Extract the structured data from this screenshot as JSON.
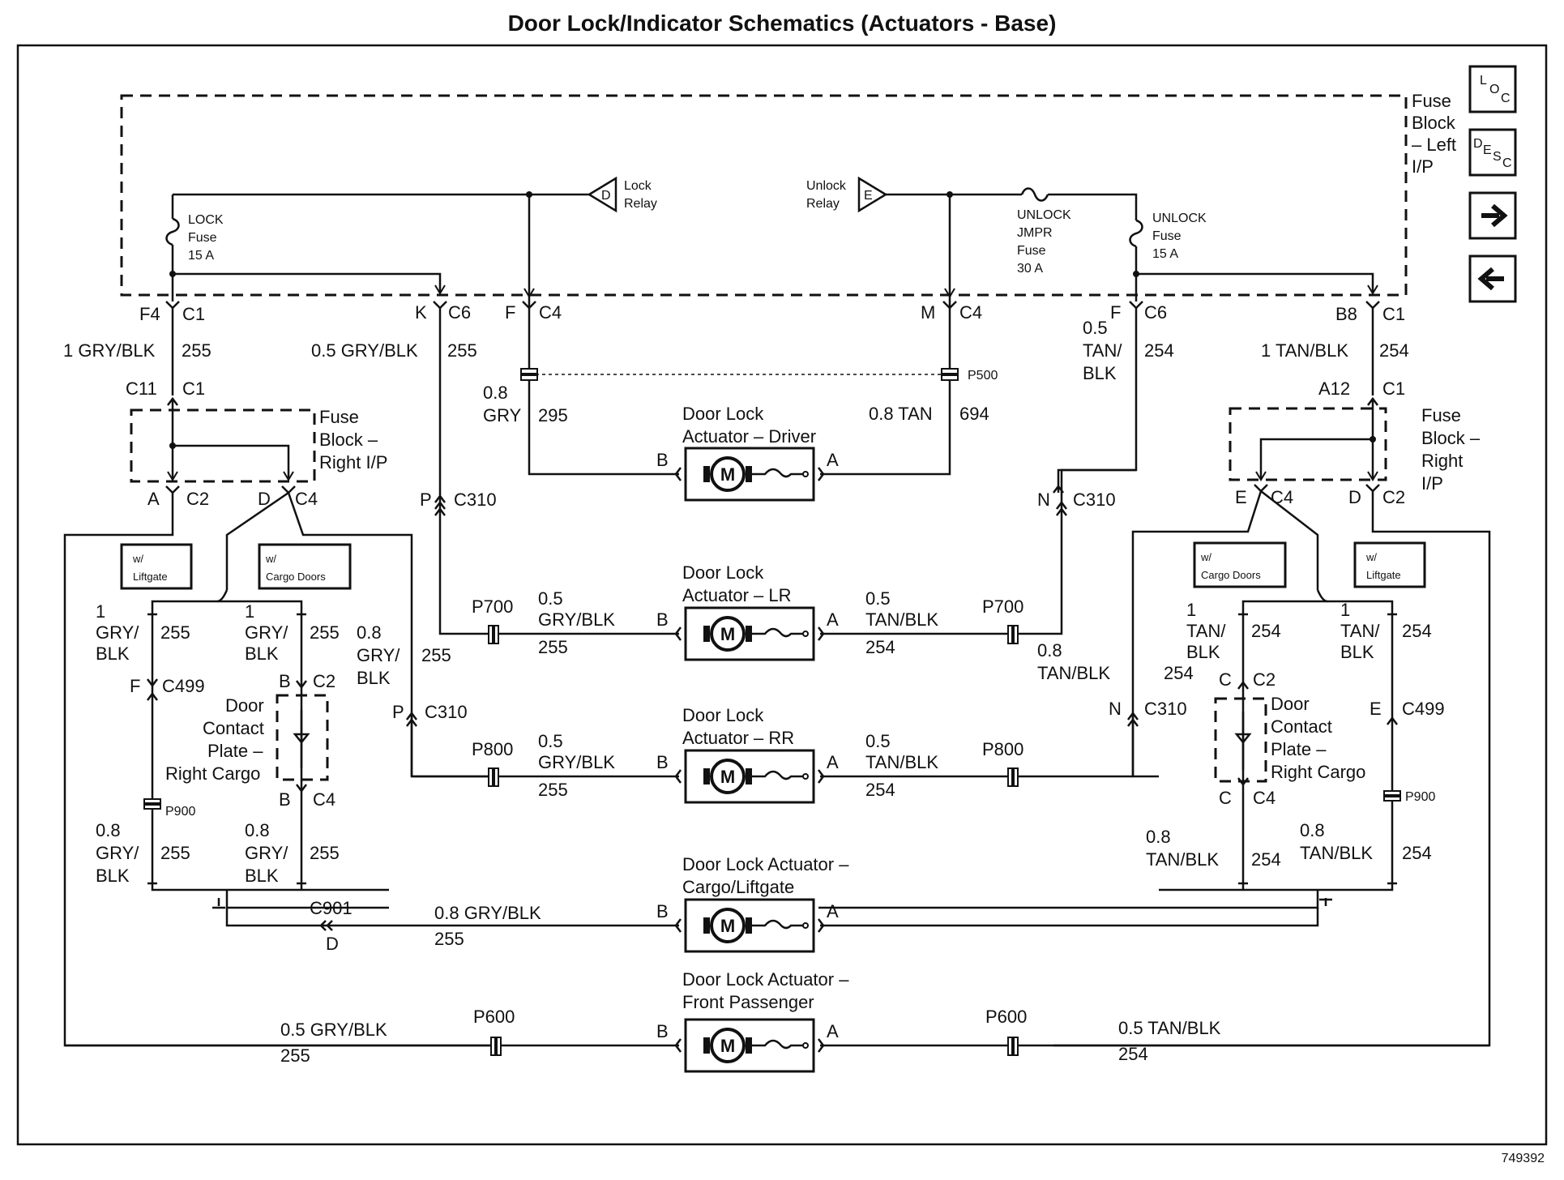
{
  "title": "Door Lock/Indicator Schematics (Actuators - Base)",
  "figure_id": "749392",
  "nav": {
    "loc_icon": "L O C",
    "desc_icon": "D E S C",
    "next_icon": "arrow-right",
    "prev_icon": "arrow-left"
  },
  "fuse_block_left": {
    "label": [
      "Fuse",
      "Block",
      "– Left",
      "I/P"
    ],
    "lock_fuse": [
      "LOCK",
      "Fuse",
      "15 A"
    ],
    "lock_relay": {
      "letter": "D",
      "label": [
        "Lock",
        "Relay"
      ]
    },
    "unlock_relay": {
      "letter": "E",
      "label": [
        "Unlock",
        "Relay"
      ]
    },
    "unlock_jmpr_fuse": [
      "UNLOCK",
      "JMPR",
      "Fuse",
      "30 A"
    ],
    "unlock_fuse": [
      "UNLOCK",
      "Fuse",
      "15 A"
    ]
  },
  "top_connectors": {
    "f4": "F4",
    "c1a": "C1",
    "k": "K",
    "c6a": "C6",
    "f": "F",
    "c4a": "C4",
    "m": "M",
    "c4b": "C4",
    "f2": "F",
    "c6b": "C6",
    "b8": "B8",
    "c1b": "C1"
  },
  "top_wires": {
    "w1": "1 GRY/BLK",
    "w1n": "255",
    "w2": "0.5 GRY/BLK",
    "w2n": "255",
    "w3a": "0.5",
    "w3b": "TAN/",
    "w3c": "BLK",
    "w3n": "254",
    "w4": "1 TAN/BLK",
    "w4n": "254",
    "gry08": "0.8",
    "gry": "GRY",
    "gryn": "295",
    "tan08": "0.8 TAN",
    "tann": "694",
    "p500": "P500"
  },
  "fuse_block_right_left": {
    "c11": "C11",
    "c1": "C1",
    "label": [
      "Fuse",
      "Block –",
      "Right I/P"
    ],
    "a": "A",
    "c2": "C2",
    "d": "D",
    "c4": "C4"
  },
  "fuse_block_right_right": {
    "a12": "A12",
    "c1": "C1",
    "label": [
      "Fuse",
      "Block –",
      "Right",
      "I/P"
    ],
    "e": "E",
    "c4": "C4",
    "d": "D",
    "c2": "C2"
  },
  "options": {
    "liftgate": [
      "w/",
      "Liftgate"
    ],
    "cargo_doors": [
      "w/",
      "Cargo Doors"
    ]
  },
  "actuators": {
    "driver": [
      "Door Lock",
      "Actuator – Driver"
    ],
    "lr": [
      "Door Lock",
      "Actuator – LR"
    ],
    "rr": [
      "Door Lock",
      "Actuator – RR"
    ],
    "cargo": [
      "Door Lock Actuator –",
      "Cargo/Liftgate"
    ],
    "front_passenger": [
      "Door Lock Actuator –",
      "Front Passenger"
    ],
    "motor": "M",
    "pin_b": "B",
    "pin_a": "A"
  },
  "splices": {
    "p700": "P700",
    "p800": "P800",
    "p600": "P600",
    "p900": "P900",
    "c310": "C310",
    "p": "P",
    "n": "N",
    "c901": "C901",
    "d": "D",
    "c499": "C499",
    "c2": "C2",
    "c4": "C4",
    "b": "B",
    "c": "C",
    "e": "E",
    "f": "F"
  },
  "wire_labels": {
    "gb05": [
      "0.5",
      "GRY/BLK",
      "255"
    ],
    "tb05": [
      "0.5",
      "TAN/BLK",
      "254"
    ],
    "gb08_255": [
      "0.8",
      "GRY/",
      "BLK",
      "255"
    ],
    "tb08_254": [
      "0.8",
      "TAN/BLK",
      "254"
    ],
    "gry1": [
      "1",
      "GRY/",
      "BLK",
      "255"
    ],
    "tan1": [
      "1",
      "TAN/",
      "BLK",
      "254"
    ],
    "gb08": [
      "0.8",
      "GRY/",
      "BLK",
      "255"
    ],
    "tb08": [
      "0.8",
      "TAN/BLK",
      "254"
    ],
    "cargo_gb": "0.8 GRY/BLK",
    "cargo_n": "255",
    "fp_gb": "0.5 GRY/BLK",
    "fp_gbn": "255",
    "fp_tb": "0.5 TAN/BLK",
    "fp_tbn": "254",
    "door_contact": [
      "Door",
      "Contact",
      "Plate –",
      "Right Cargo"
    ]
  }
}
